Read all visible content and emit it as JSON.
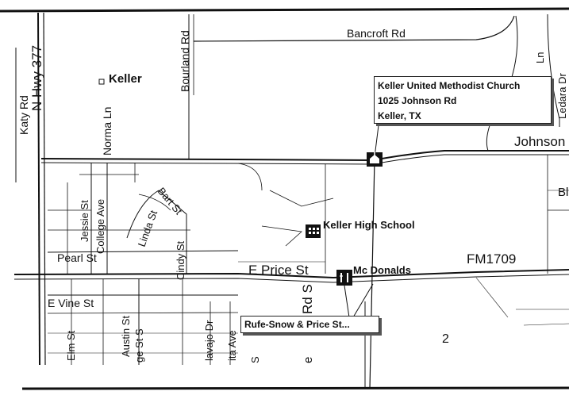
{
  "streets": {
    "bancroft": "Bancroft Rd",
    "bourland": "Bourland Rd",
    "hwy377": "N Hwy 377",
    "katy": "Katy Rd",
    "norma": "Norma Ln",
    "ln_right": "Ln",
    "ledara": "Ledara Dr",
    "johnson": "Johnson",
    "bl": "Bl",
    "jessie": "Jessie St",
    "college": "College Ave",
    "linda": "Linda St",
    "bart": "Bart St",
    "cindy": "Cindy St",
    "pearl": "Pearl St",
    "eprice": "E Price St",
    "fm1709": "FM1709",
    "evine": "E Vine St",
    "elm": "Elm St",
    "austin": "Austin St",
    "college_s": "ge St S",
    "navajo": "lavajo Dr",
    "ita": "ita Ave",
    "rds": "Rd S",
    "e_frag": "e",
    "s_frag": "S"
  },
  "places": {
    "city": "Keller",
    "high_school": "Keller High School",
    "mcdonalds": "Mc Donalds"
  },
  "callouts": {
    "church": {
      "name": "Keller United Methodist Church",
      "address": "1025 Johnson Rd",
      "city": "Keller, TX"
    },
    "rufe": "Rufe-Snow & Price St..."
  },
  "grid_number": "2",
  "icons": [
    "church-icon",
    "school-icon",
    "restaurant-icon",
    "city-marker-icon"
  ]
}
